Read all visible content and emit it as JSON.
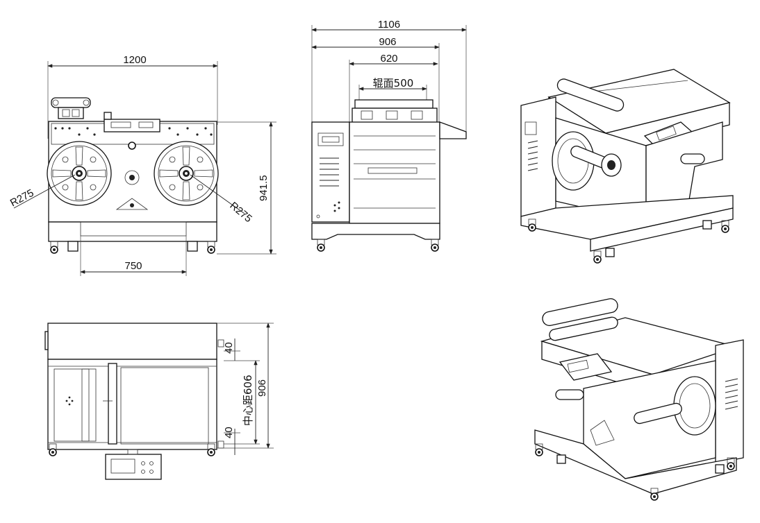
{
  "front_view": {
    "width_dim": "1200",
    "height_dim": "941.5",
    "wheel_base_dim": "750",
    "radius_left": "R275",
    "radius_right": "R275"
  },
  "side_view": {
    "overall_dim": "1106",
    "frame_dim": "906",
    "inner_dim": "620",
    "roller_dim": "辊面500"
  },
  "top_view": {
    "depth_dim": "906",
    "offset_top": "40",
    "offset_bottom": "40",
    "center_distance": "中心距606"
  }
}
